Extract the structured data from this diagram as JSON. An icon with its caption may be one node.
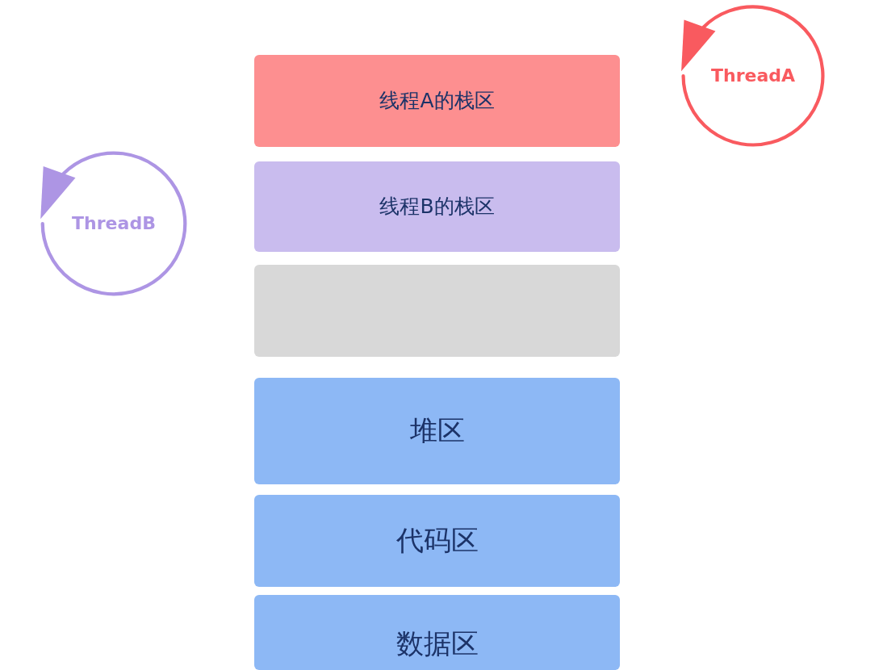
{
  "diagram": {
    "nodes": [
      {
        "text": [
          "ThreadA"
        ]
      },
      {
        "text": [
          "线程A的栈区"
        ]
      },
      {
        "text": [
          "ThreadB"
        ]
      },
      {
        "text": [
          "线程B的栈区"
        ]
      },
      {
        "text": [],
        "shape": "box"
      },
      {
        "text": [
          "堆区"
        ]
      },
      {
        "text": [
          "代码区"
        ]
      },
      {
        "text": [
          "数据区"
        ]
      }
    ]
  }
}
